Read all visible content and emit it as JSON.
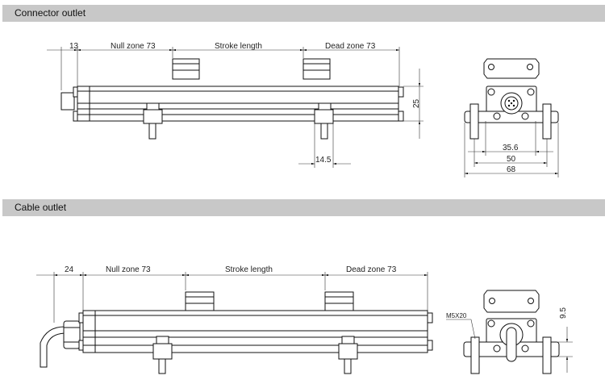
{
  "sections": [
    {
      "title": "Connector outlet",
      "dims": {
        "offset": "13",
        "null_zone": "Null zone 73",
        "stroke": "Stroke length",
        "dead_zone": "Dead zone 73",
        "height": "25",
        "mount_width": "14.5",
        "w1": "35.6",
        "w2": "50",
        "w3": "68"
      }
    },
    {
      "title": "Cable outlet",
      "dims": {
        "offset": "24",
        "null_zone": "Null zone 73",
        "stroke": "Stroke length",
        "dead_zone": "Dead zone 73",
        "screw": "M5X20",
        "height": "9.5"
      }
    }
  ]
}
